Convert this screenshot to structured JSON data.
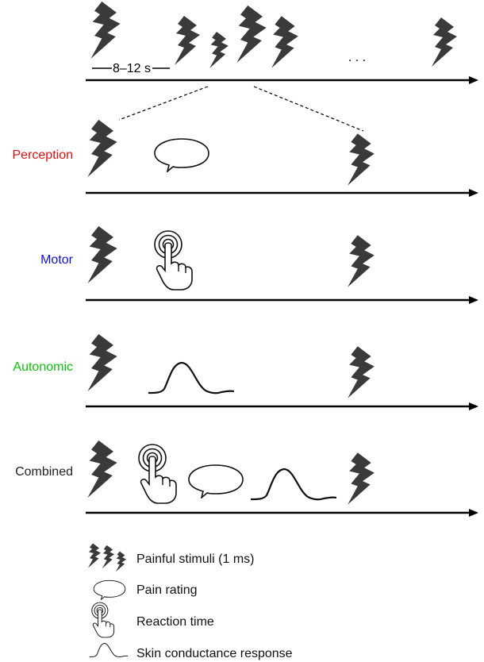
{
  "interval_label": "8–12 s",
  "ellipsis": ". . .",
  "conditions": [
    {
      "label": "Perception",
      "color": "#e01010"
    },
    {
      "label": "Motor",
      "color": "#1010d0"
    },
    {
      "label": "Autonomic",
      "color": "#10c010"
    },
    {
      "label": "Combined",
      "color": "#222222"
    }
  ],
  "legend": {
    "stimuli": "Painful stimuli (1 ms)",
    "rating": "Pain rating",
    "reaction": "Reaction time",
    "scr": "Skin conductance response"
  },
  "icons": [
    "lightning-bolt-icon",
    "speech-bubble-icon",
    "touch-finger-icon",
    "scr-curve-icon"
  ]
}
